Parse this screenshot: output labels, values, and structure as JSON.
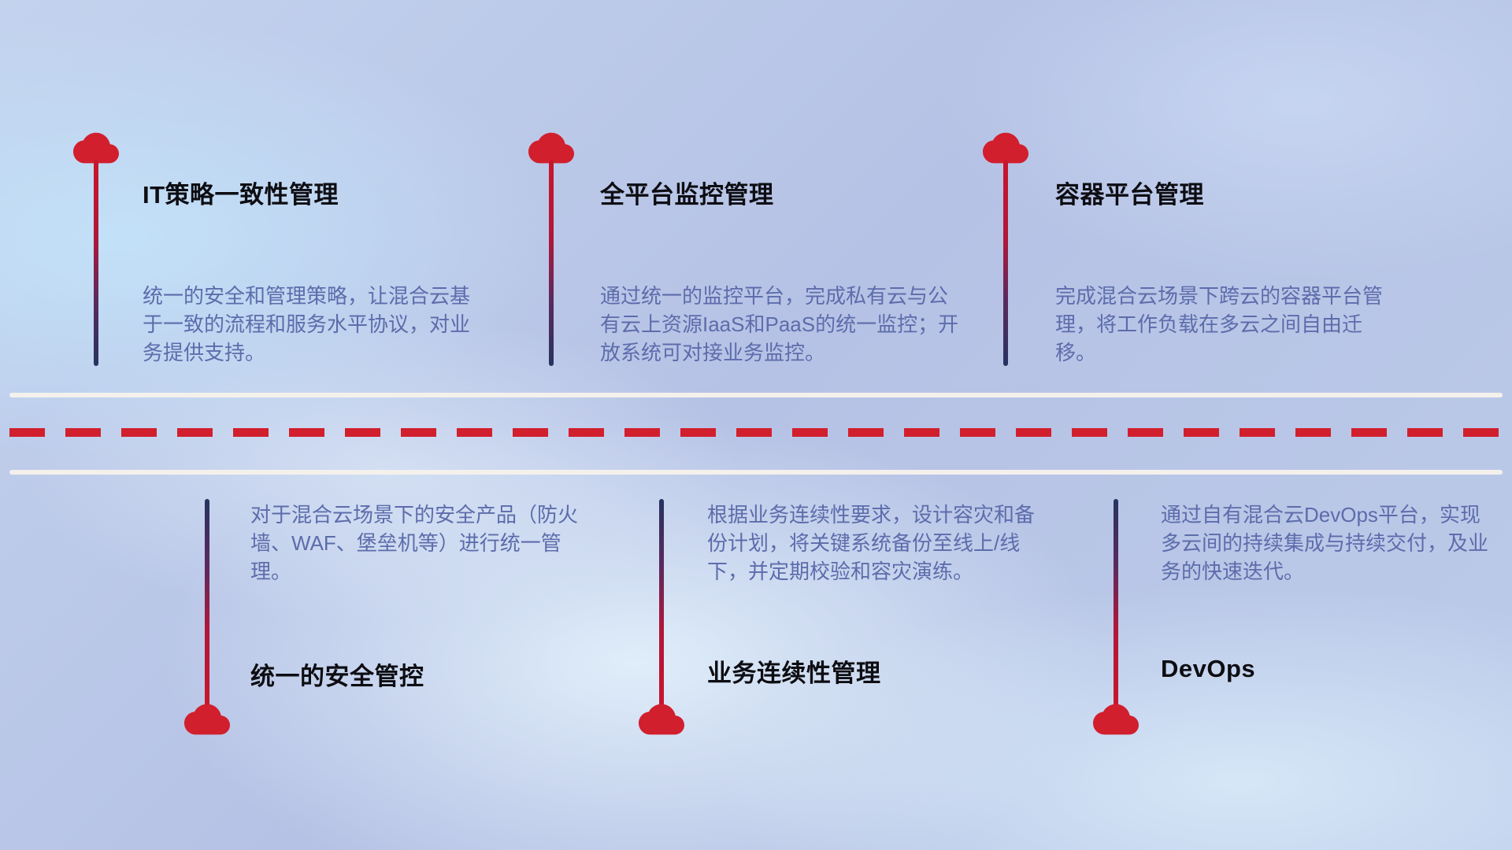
{
  "colors": {
    "accent_red": "#d11f2d",
    "stem_navy": "#27335f",
    "desc_blue": "#5d6cab",
    "title_black": "#0d0d12",
    "divider_white": "#f4f1ec"
  },
  "top_items": [
    {
      "title": "IT策略一致性管理",
      "desc": "统一的安全和管理策略，让混合云基于一致的流程和服务水平协议，对业务提供支持。"
    },
    {
      "title": "全平台监控管理",
      "desc": "通过统一的监控平台，完成私有云与公有云上资源IaaS和PaaS的统一监控；开放系统可对接业务监控。"
    },
    {
      "title": "容器平台管理",
      "desc": "完成混合云场景下跨云的容器平台管理，将工作负载在多云之间自由迁移。"
    }
  ],
  "bottom_items": [
    {
      "title": "统一的安全管控",
      "desc": "对于混合云场景下的安全产品（防火墙、WAF、堡垒机等）进行统一管理。"
    },
    {
      "title": "业务连续性管理",
      "desc": "根据业务连续性要求，设计容灾和备份计划，将关键系统备份至线上/线下，并定期校验和容灾演练。"
    },
    {
      "title": "DevOps",
      "desc": "通过自有混合云DevOps平台，实现多云间的持续集成与持续交付，及业务的快速迭代。"
    }
  ]
}
